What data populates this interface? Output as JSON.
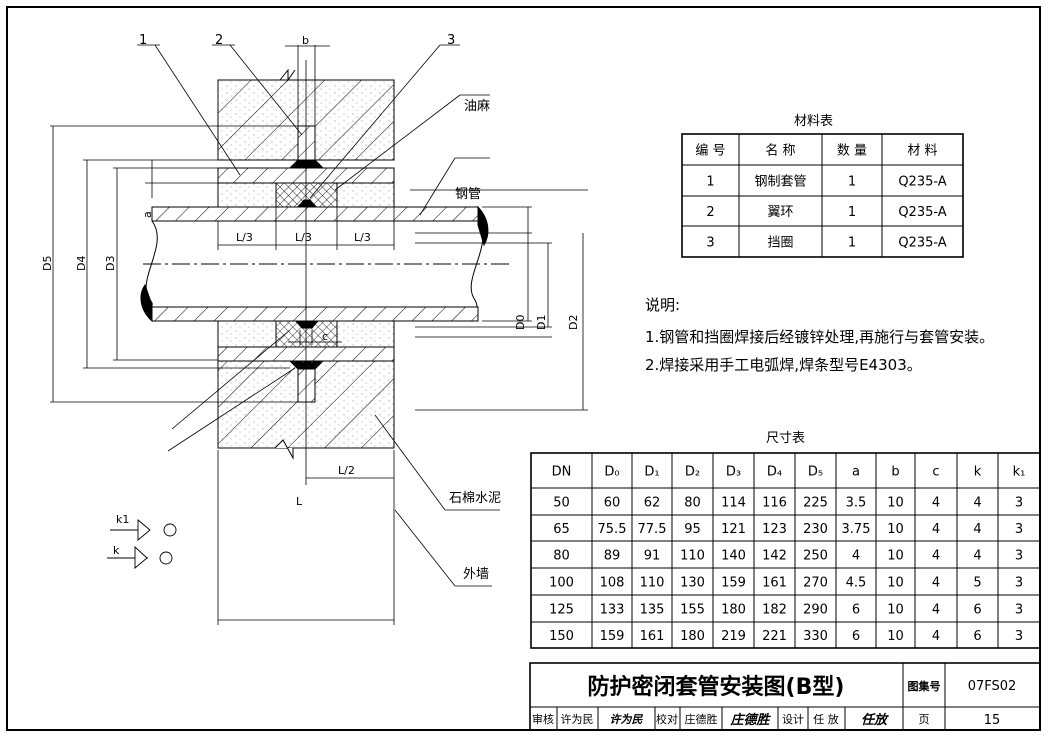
{
  "drawing": {
    "item_labels": [
      "1",
      "2",
      "3"
    ],
    "dim_labels": {
      "b": "b",
      "c": "c",
      "a": "a",
      "D0": "D0",
      "D1": "D1",
      "D2": "D2",
      "D3": "D3",
      "D4": "D4",
      "D5": "D5",
      "L_third": "L/3",
      "L_half": "L/2",
      "L": "L",
      "k1": "k1",
      "k": "k"
    },
    "callouts": {
      "oakum": "油麻",
      "steel_pipe": "钢管",
      "asbestos_cement": "石棉水泥",
      "outer_wall": "外墙"
    }
  },
  "material_table": {
    "title": "材料表",
    "headers": [
      "编 号",
      "名 称",
      "数 量",
      "材 料"
    ],
    "rows": [
      [
        "1",
        "钢制套管",
        "1",
        "Q235-A"
      ],
      [
        "2",
        "翼环",
        "1",
        "Q235-A"
      ],
      [
        "3",
        "挡圈",
        "1",
        "Q235-A"
      ]
    ]
  },
  "notes": {
    "heading": "说明:",
    "items": [
      "1.钢管和挡圈焊接后经镀锌处理,再施行与套管安装。",
      "2.焊接采用手工电弧焊,焊条型号E4303。"
    ]
  },
  "dimension_table": {
    "title": "尺寸表",
    "headers": [
      "DN",
      "D₀",
      "D₁",
      "D₂",
      "D₃",
      "D₄",
      "D₅",
      "a",
      "b",
      "c",
      "k",
      "k₁"
    ],
    "rows": [
      [
        "50",
        "60",
        "62",
        "80",
        "114",
        "116",
        "225",
        "3.5",
        "10",
        "4",
        "4",
        "3"
      ],
      [
        "65",
        "75.5",
        "77.5",
        "95",
        "121",
        "123",
        "230",
        "3.75",
        "10",
        "4",
        "4",
        "3"
      ],
      [
        "80",
        "89",
        "91",
        "110",
        "140",
        "142",
        "250",
        "4",
        "10",
        "4",
        "4",
        "3"
      ],
      [
        "100",
        "108",
        "110",
        "130",
        "159",
        "161",
        "270",
        "4.5",
        "10",
        "4",
        "5",
        "3"
      ],
      [
        "125",
        "133",
        "135",
        "155",
        "180",
        "182",
        "290",
        "6",
        "10",
        "4",
        "6",
        "3"
      ],
      [
        "150",
        "159",
        "161",
        "180",
        "219",
        "221",
        "330",
        "6",
        "10",
        "4",
        "6",
        "3"
      ]
    ]
  },
  "title_block": {
    "title": "防护密闭套管安装图(B型)",
    "atlas_label": "图集号",
    "atlas_no": "07FS02",
    "page_label": "页",
    "page_no": "15",
    "review_label": "审核",
    "reviewer": "许为民",
    "reviewer_sig": "许为民",
    "check_label": "校对",
    "checker": "庄德胜",
    "checker_sig": "庄德胜",
    "design_label": "设计",
    "designer": "任 放",
    "designer_sig": "任放"
  }
}
